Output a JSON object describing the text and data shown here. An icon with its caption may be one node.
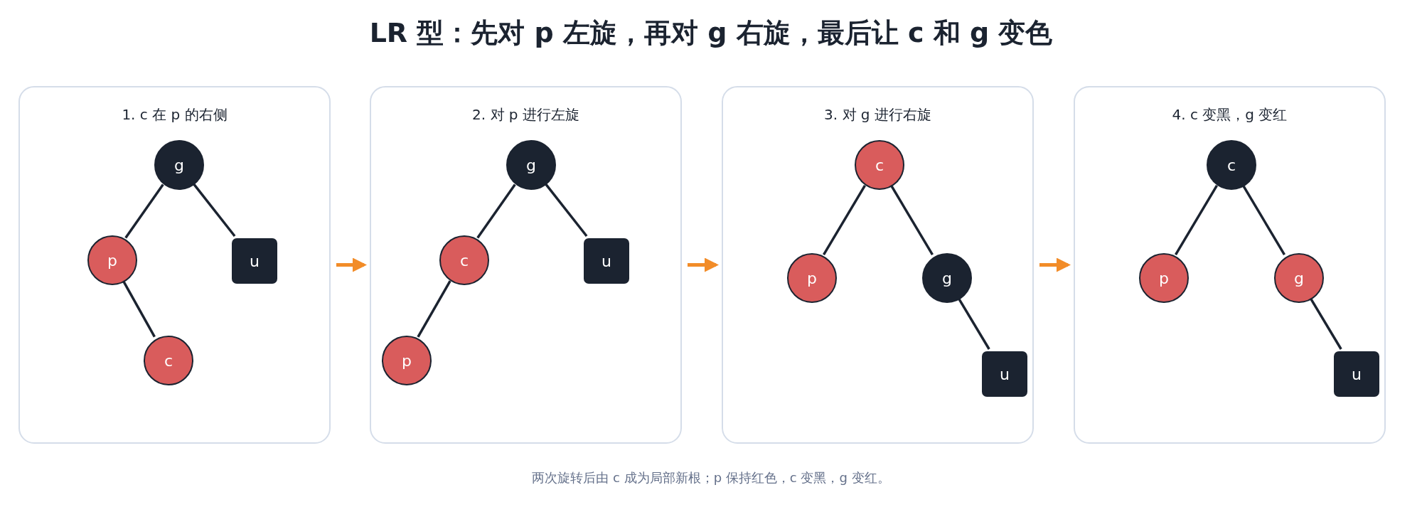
{
  "diagram": {
    "title": "LR 型：先对 p 左旋，再对 g 右旋，最后让 c 和 g 变色",
    "caption": "两次旋转后由 c 成为局部新根；p 保持红色，c 变黑，g 变红。",
    "nodes": [
      {
        "text": [
          "1. c 在 p 的右侧"
        ]
      },
      {
        "text": [
          "g"
        ],
        "in": 0
      },
      {
        "text": [
          "p"
        ],
        "in": 0
      },
      {
        "text": [
          "u"
        ],
        "in": 0
      },
      {
        "text": [
          "c"
        ],
        "in": 0
      },
      {
        "text": [
          "2. 对 p 进行左旋"
        ]
      },
      {
        "text": [
          "g"
        ],
        "in": 5
      },
      {
        "text": [
          "c"
        ],
        "in": 5
      },
      {
        "text": [
          "u"
        ],
        "in": 5
      },
      {
        "text": [
          "p"
        ],
        "in": 5
      },
      {
        "text": [
          "3. 对 g 进行右旋"
        ]
      },
      {
        "text": [
          "c"
        ],
        "in": 10
      },
      {
        "text": [
          "p"
        ],
        "in": 10
      },
      {
        "text": [
          "g"
        ],
        "in": 10
      },
      {
        "text": [
          "u"
        ],
        "in": 10
      },
      {
        "text": [
          "4. c 变黑，g 变红"
        ]
      },
      {
        "text": [
          "c"
        ],
        "in": 15
      },
      {
        "text": [
          "p"
        ],
        "in": 15
      },
      {
        "text": [
          "g"
        ],
        "in": 15
      },
      {
        "text": [
          "u"
        ],
        "in": 15
      }
    ],
    "edges": [
      {
        "from": 1,
        "to": 2,
        "arrow": "none"
      },
      {
        "from": 1,
        "to": 3,
        "arrow": "none"
      },
      {
        "from": 2,
        "to": 4,
        "arrow": "none"
      },
      {
        "from": 6,
        "to": 7,
        "arrow": "none"
      },
      {
        "from": 6,
        "to": 8,
        "arrow": "none"
      },
      {
        "from": 7,
        "to": 9,
        "arrow": "none"
      },
      {
        "from": 11,
        "to": 12,
        "arrow": "none"
      },
      {
        "from": 11,
        "to": 13,
        "arrow": "none"
      },
      {
        "from": 13,
        "to": 14,
        "arrow": "none"
      },
      {
        "from": 16,
        "to": 17,
        "arrow": "none"
      },
      {
        "from": 16,
        "to": 18,
        "arrow": "none"
      },
      {
        "from": 18,
        "to": 19,
        "arrow": "none"
      },
      {
        "from": 0,
        "to": 5,
        "arrow": "to",
        "color": "#f28c28"
      },
      {
        "from": 5,
        "to": 10,
        "arrow": "to",
        "color": "#f28c28"
      },
      {
        "from": 10,
        "to": 15,
        "arrow": "to",
        "color": "#f28c28"
      }
    ]
  }
}
